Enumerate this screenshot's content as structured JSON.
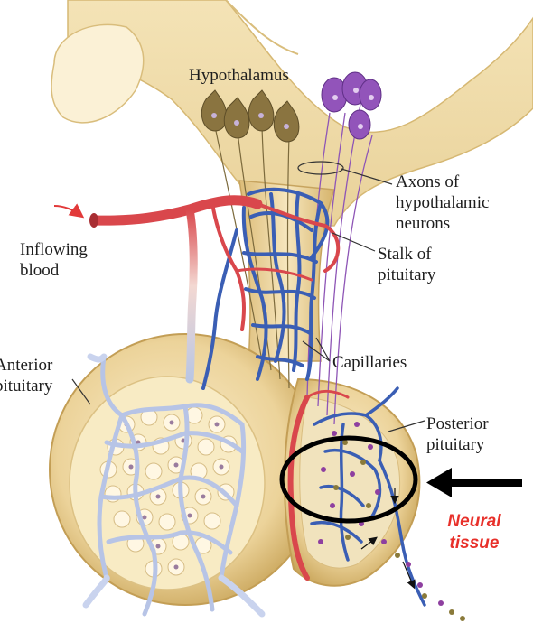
{
  "labels": {
    "hypothalamus": "Hypothalamus",
    "axons": [
      "Axons of",
      "hypothalamic",
      "neurons"
    ],
    "stalk": [
      "Stalk of",
      "pituitary"
    ],
    "inflowing_blood": [
      "Inflowing",
      "blood"
    ],
    "capillaries": "Capillaries",
    "anterior": [
      "Anterior",
      "pituitary"
    ],
    "posterior": [
      "Posterior",
      "pituitary"
    ],
    "neural_tissue": [
      "Neural",
      "tissue"
    ]
  },
  "colors": {
    "neural_tissue_text": "#e8302a",
    "highlight_circle": "#000000",
    "pointer_arrow": "#000000",
    "artery": "#d9474c",
    "vein": "#3a5eb4",
    "gland_tan": "#e6cd8d",
    "neuron_olive": "#8a7440",
    "neuron_purple": "#8a4bb0"
  }
}
